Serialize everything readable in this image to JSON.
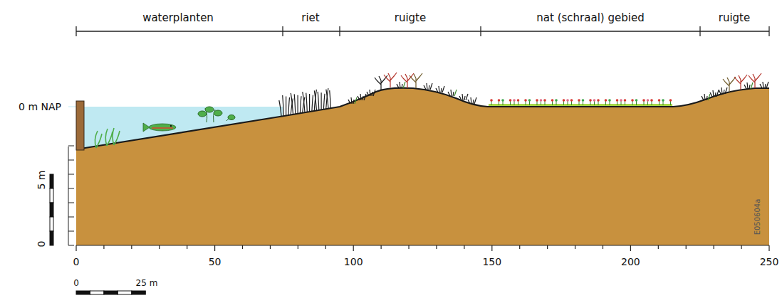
{
  "diagram": {
    "labels": [
      "waterplanten",
      "riet",
      "ruigte",
      "nat (schraal) gebied",
      "ruigte",
      "0 m NAP",
      "5 m",
      "0",
      "0",
      "50",
      "100",
      "150",
      "200",
      "250",
      "0",
      "25 m",
      "E050604a"
    ]
  }
}
